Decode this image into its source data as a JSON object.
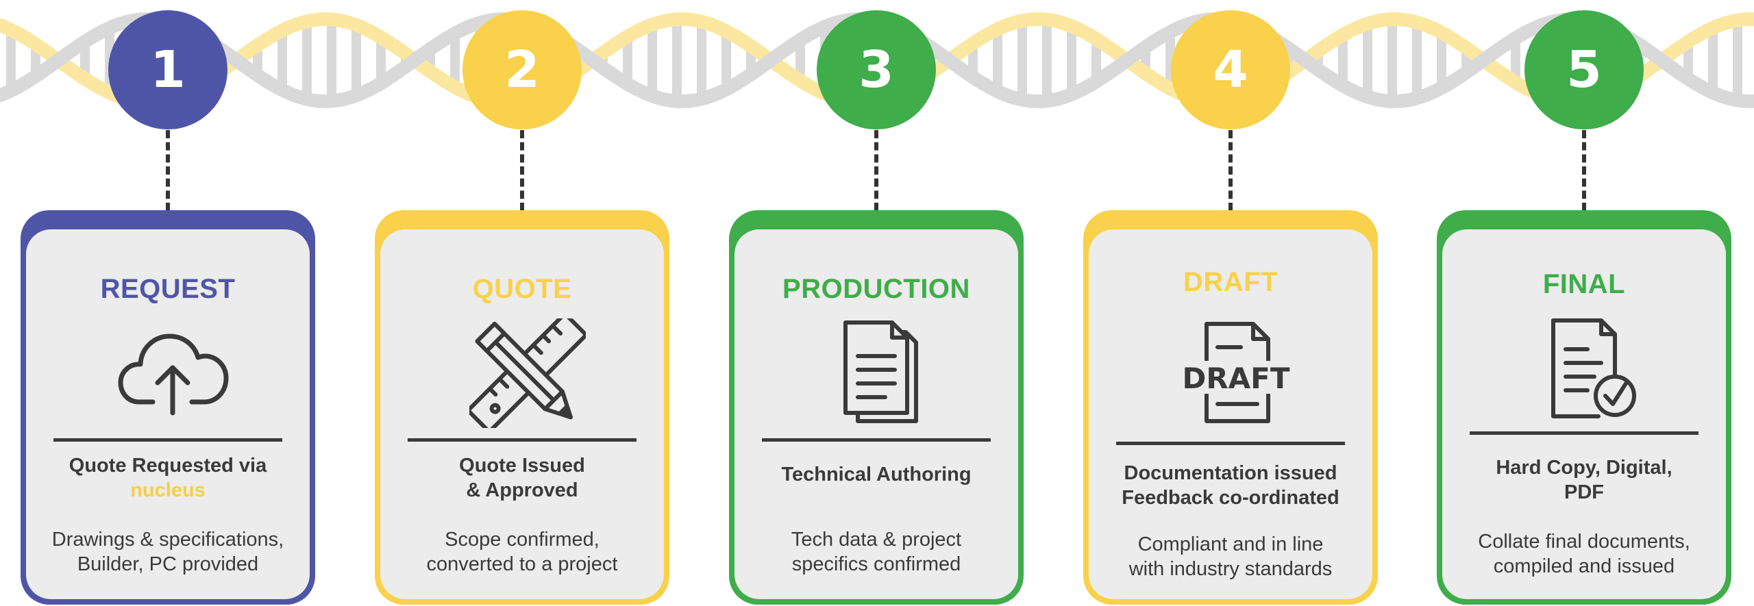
{
  "colors": {
    "blue": "#4f55a6",
    "yellow": "#f9d14a",
    "green": "#3ead4a",
    "helix_gray": "#d9d9d9",
    "helix_yellow": "#fbe7a0",
    "text": "#3a3a3a"
  },
  "steps": [
    {
      "number": "1",
      "title": "REQUEST",
      "icon": "cloud-upload-icon",
      "heading_line1": "Quote Requested via",
      "heading_accent": "nucleus",
      "desc_line1": "Drawings & specifications,",
      "desc_line2": "Builder, PC provided",
      "color": "#4f55a6"
    },
    {
      "number": "2",
      "title": "QUOTE",
      "icon": "pencil-ruler-icon",
      "heading_line1": "Quote Issued",
      "heading_line2": "& Approved",
      "desc_line1": "Scope confirmed,",
      "desc_line2": "converted to a project",
      "color": "#f9d14a"
    },
    {
      "number": "3",
      "title": "PRODUCTION",
      "icon": "documents-icon",
      "heading_line1": "Technical Authoring",
      "desc_line1": "Tech data & project",
      "desc_line2": "specifics confirmed",
      "color": "#3ead4a"
    },
    {
      "number": "4",
      "title": "DRAFT",
      "icon": "draft-document-icon",
      "icon_text": "DRAFT",
      "heading_line1": "Documentation issued",
      "heading_line2": "Feedback co-ordinated",
      "desc_line1": "Compliant and in line",
      "desc_line2": "with industry standards",
      "color": "#f9d14a"
    },
    {
      "number": "5",
      "title": "FINAL",
      "icon": "document-check-icon",
      "heading_line1": "Hard Copy, Digital,",
      "heading_line2": "PDF",
      "desc_line1": "Collate final documents,",
      "desc_line2": "compiled and issued",
      "color": "#3ead4a"
    }
  ]
}
